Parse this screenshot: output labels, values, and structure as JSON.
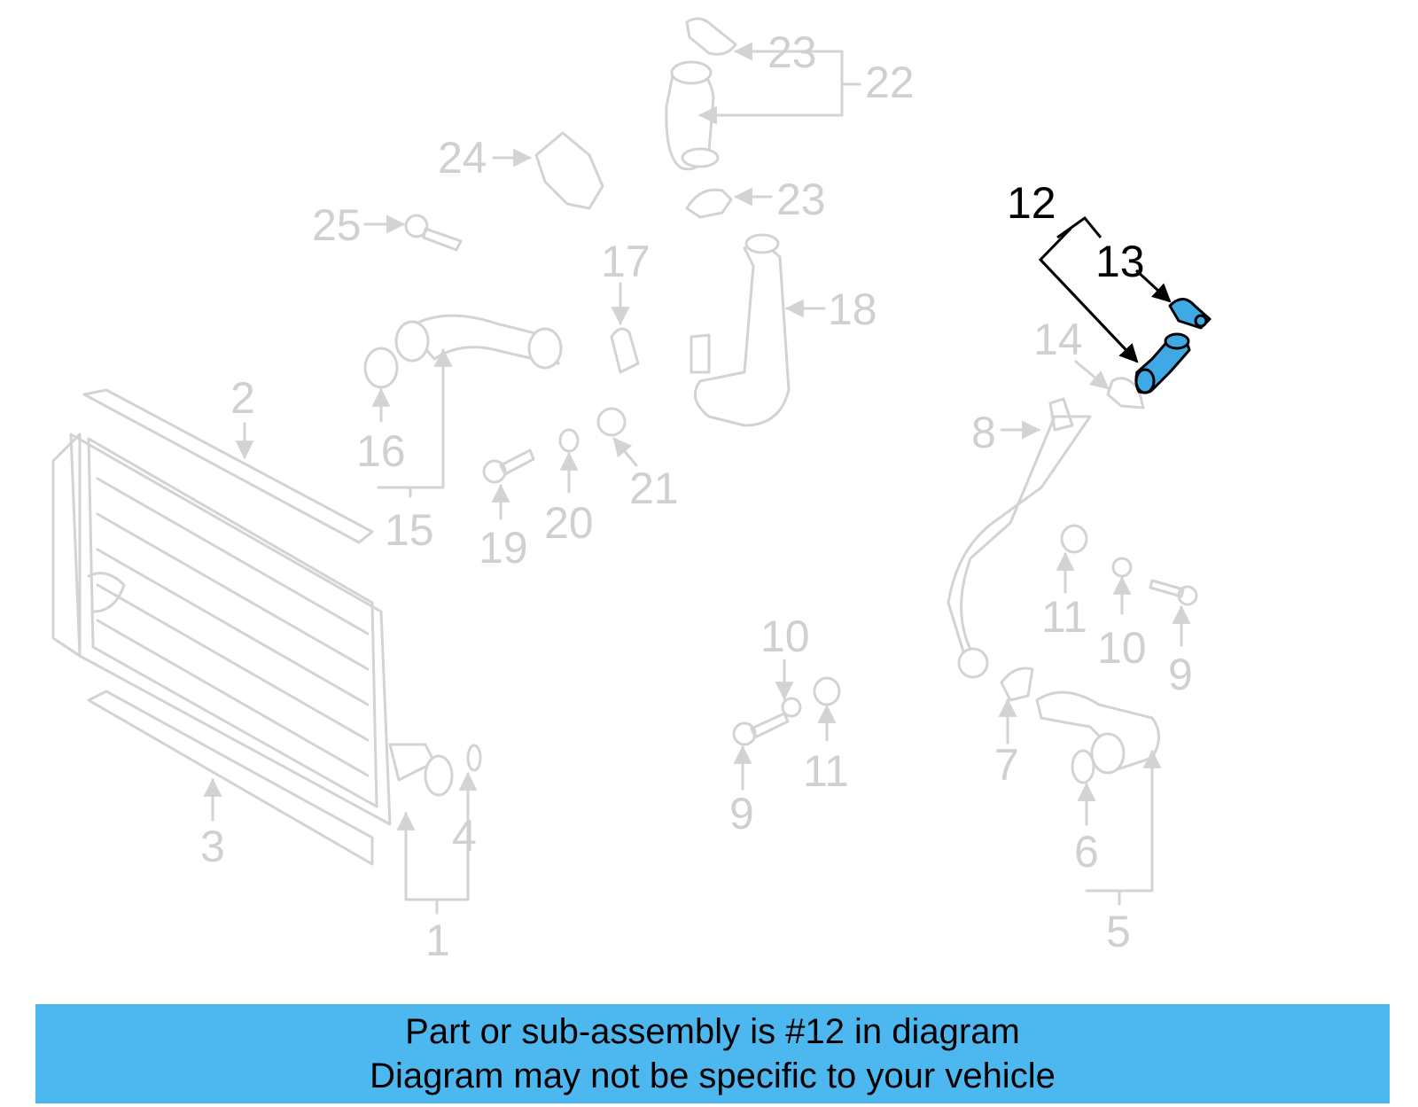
{
  "callouts": {
    "c1": "1",
    "c2": "2",
    "c3": "3",
    "c4": "4",
    "c5": "5",
    "c6": "6",
    "c7": "7",
    "c8": "8",
    "c9a": "9",
    "c9b": "9",
    "c10a": "10",
    "c10b": "10",
    "c11a": "11",
    "c11b": "11",
    "c12": "12",
    "c13": "13",
    "c14": "14",
    "c15": "15",
    "c16": "16",
    "c17": "17",
    "c18": "18",
    "c19": "19",
    "c20": "20",
    "c21": "21",
    "c22": "22",
    "c23a": "23",
    "c23b": "23",
    "c24": "24",
    "c25": "25"
  },
  "highlight": {
    "part": "12",
    "color": "#3fa9e6"
  },
  "banner": {
    "line1": "Part or sub-assembly is #12 in diagram",
    "line2": "Diagram may not be specific to your vehicle",
    "color": "#4db8f0"
  }
}
